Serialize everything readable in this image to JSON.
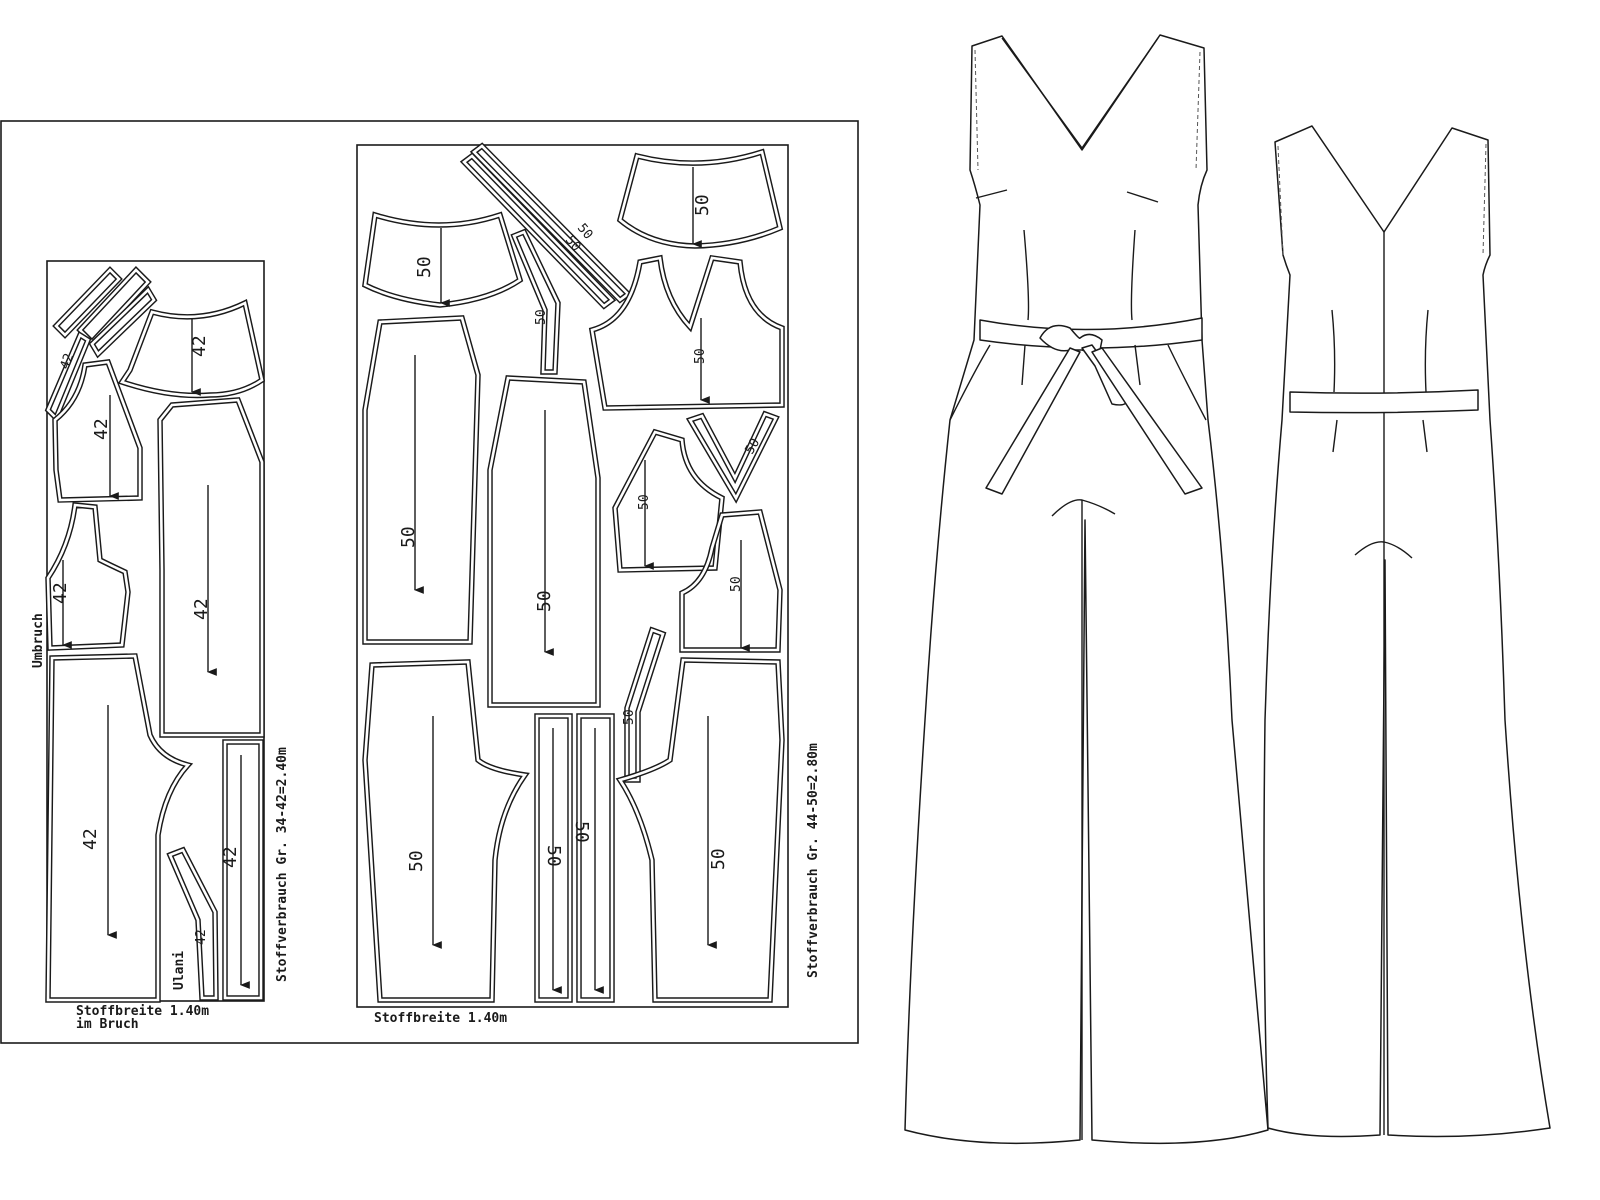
{
  "layout_left": {
    "fold_label": "Umbruch",
    "fabric_width_label": "Stoffbreite 1.40m",
    "fold_note": "im Bruch",
    "consumption_label": "Stoffverbrauch Gr. 34-42=2.40m",
    "facing_label": "Ulani",
    "size": "42",
    "piece_labels": [
      "42",
      "42",
      "42",
      "42",
      "42",
      "42",
      "42",
      "42"
    ]
  },
  "layout_right": {
    "fabric_width_label": "Stoffbreite 1.40m",
    "consumption_label": "Stoffverbrauch Gr. 44-50=2.80m",
    "size": "50",
    "piece_labels": [
      "50",
      "50",
      "50",
      "50",
      "50",
      "50",
      "50",
      "50",
      "50",
      "50",
      "50",
      "50",
      "50",
      "50"
    ]
  },
  "technical_flats": [
    {
      "view": "front",
      "features": [
        "v-neck",
        "sleeveless",
        "tie-belt",
        "side-pockets",
        "wide-leg"
      ]
    },
    {
      "view": "back",
      "features": [
        "v-neck",
        "center-back-seam",
        "waistband",
        "darts",
        "wide-leg"
      ]
    }
  ],
  "colors": {
    "line": "#1a1a1a",
    "background": "#ffffff"
  }
}
